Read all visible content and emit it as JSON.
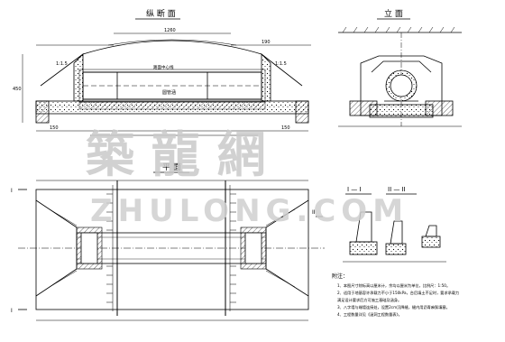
{
  "titles": {
    "longitudinal": "纵 断 面",
    "elevation": "立 面",
    "plan": "平 面",
    "section_1": "I — I",
    "section_2": "II — II"
  },
  "section_marks": {
    "one": "I",
    "two": "II"
  },
  "dimensions": {
    "top_length": "1260",
    "left_slope": "1:1.5",
    "right_slope": "1:1.5",
    "left_height": "450",
    "bottom_left": "150",
    "bottom_right": "150",
    "inner_label": "路面中心线",
    "pipe_label": "圆管涵",
    "top_right": "190"
  },
  "notes": {
    "heading": "附注：",
    "items": [
      "1、本图尺寸除标高以厘米计，余均以厘米为单位，比例尺：1:50。",
      "2、适用于地基容许承载力不小于150kPa，台后填土不足时，要求承载力",
      "   满足设计要求后方可施工基础及涵身。",
      "3、八字墙与端墙连接处，设置2cm沉降缝，缝内用沥青麻絮填塞。",
      "4、工程数量详见《涵洞工程数量表》。"
    ]
  },
  "watermark": {
    "cn": "築 龍 網",
    "en": "ZHULONG.COM"
  }
}
